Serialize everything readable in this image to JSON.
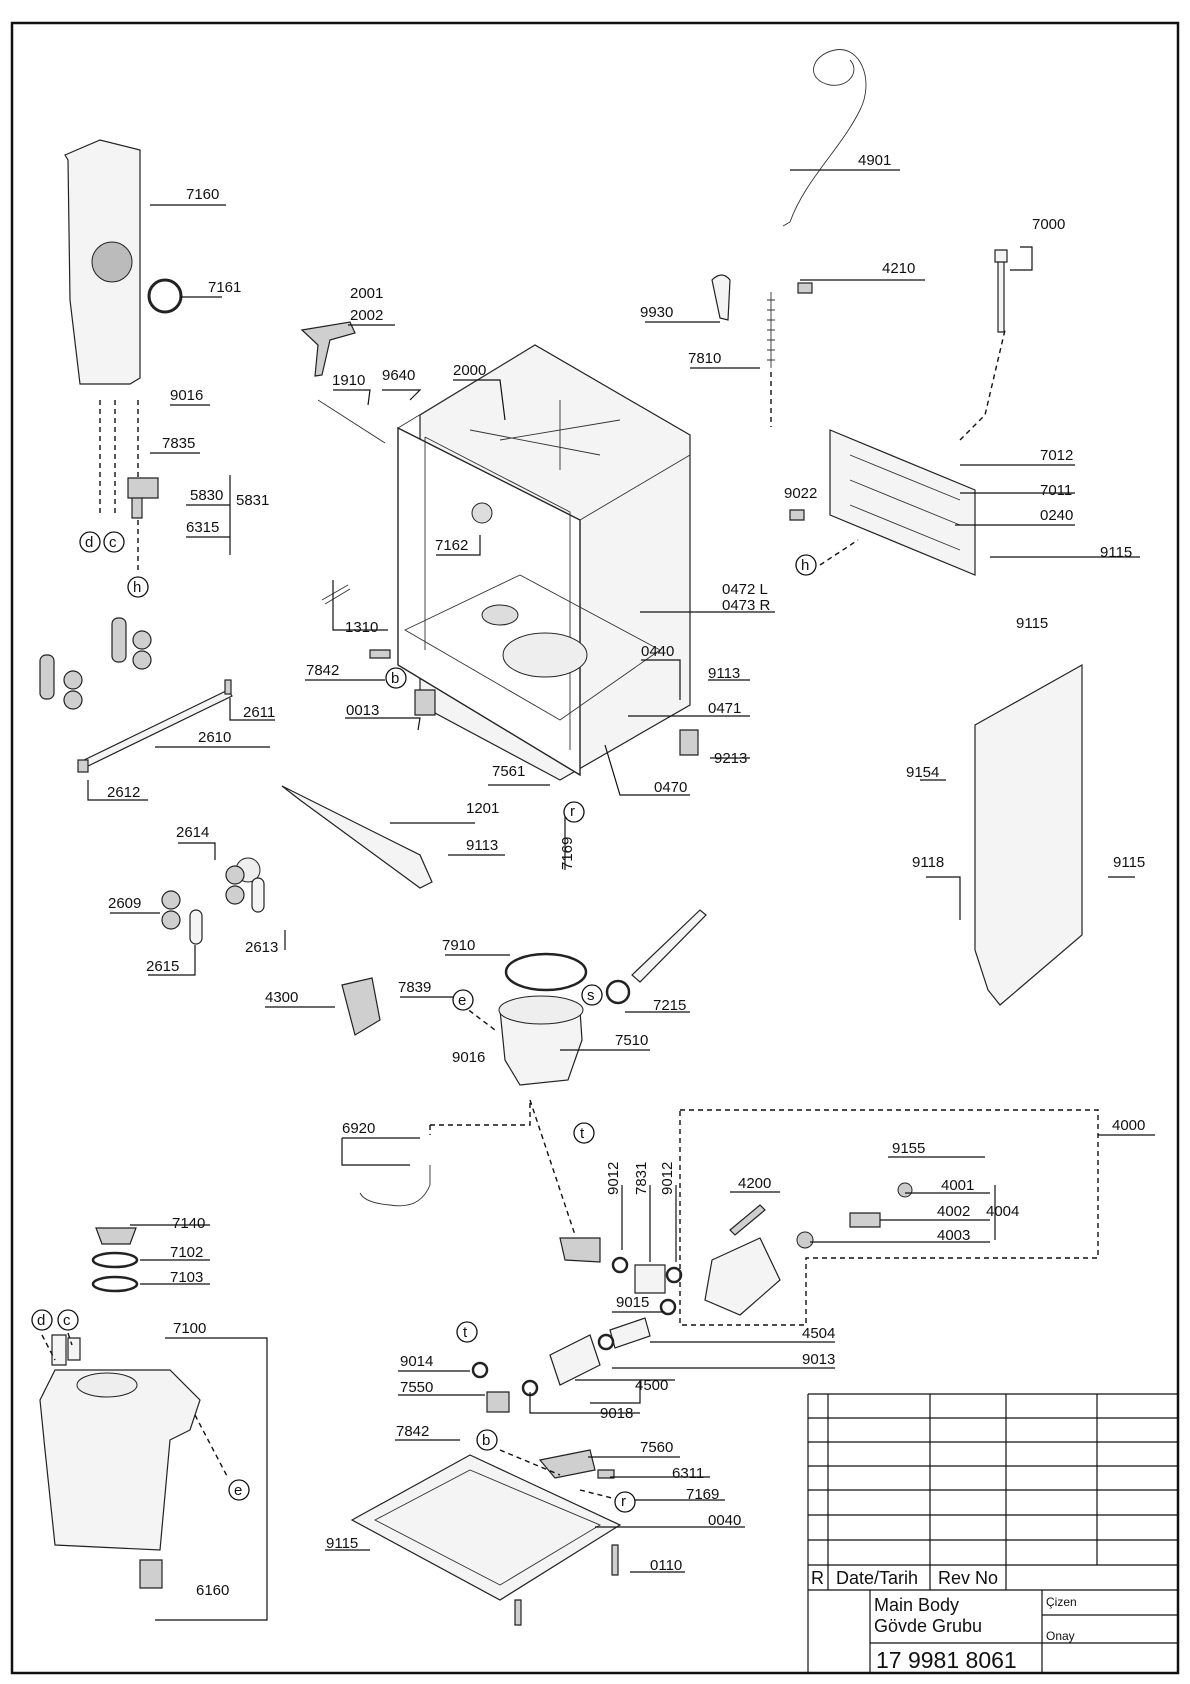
{
  "diagram": {
    "labels": {
      "l4901": "4901",
      "l7000": "7000",
      "l4210": "4210",
      "l9930": "9930",
      "l7810": "7810",
      "l7160": "7160",
      "l7161": "7161",
      "l2001": "2001",
      "l2002": "2002",
      "l1910": "1910",
      "l9640": "9640",
      "l2000": "2000",
      "l9016a": "9016",
      "l7835": "7835",
      "l5830": "5830",
      "l5831": "5831",
      "l6315": "6315",
      "l7162": "7162",
      "l7012": "7012",
      "l7011": "7011",
      "l9022": "9022",
      "l0240": "0240",
      "l9115a": "9115",
      "l0472": "0472 L",
      "l0473": "0473 R",
      "l1310": "1310",
      "l0440": "0440",
      "l9115b": "9115",
      "l7842a": "7842",
      "l9113a": "9113",
      "l0013": "0013",
      "l0471": "0471",
      "l2611": "2611",
      "l2610": "2610",
      "l9213": "9213",
      "l7561": "7561",
      "l0470": "0470",
      "l2612": "2612",
      "l9154": "9154",
      "l1201": "1201",
      "l7169a": "7169",
      "l2614": "2614",
      "l9113b": "9113",
      "l9118": "9118",
      "l9115c": "9115",
      "l2609": "2609",
      "l2613": "2613",
      "l2615": "2615",
      "l7910": "7910",
      "l7839": "7839",
      "l7215": "7215",
      "l4300": "4300",
      "l7510": "7510",
      "l9016b": "9016",
      "l4000": "4000",
      "l6920": "6920",
      "l9155": "9155",
      "l9012a": "9012",
      "l7831": "7831",
      "l9012b": "9012",
      "l4200": "4200",
      "l4001": "4001",
      "l4002": "4002",
      "l4004": "4004",
      "l4003": "4003",
      "l7140": "7140",
      "l7102": "7102",
      "l7103": "7103",
      "l7100": "7100",
      "l9015": "9015",
      "l4504": "4504",
      "l9013": "9013",
      "l9014": "9014",
      "l4500": "4500",
      "l7550": "7550",
      "l9018": "9018",
      "l7842b": "7842",
      "l7560": "7560",
      "l6311": "6311",
      "l7169b": "7169",
      "l0040": "0040",
      "l9115d": "9115",
      "l0110": "0110",
      "l6160": "6160"
    },
    "markers": {
      "d1": "d",
      "c1": "c",
      "h1": "h",
      "b1": "b",
      "h2": "h",
      "r1": "r",
      "s1": "s",
      "e1": "e",
      "t1": "t",
      "d2": "d",
      "c2": "c",
      "e2": "e",
      "t2": "t",
      "b2": "b",
      "r2": "r"
    }
  },
  "title_block": {
    "rev_col_r": "R",
    "rev_col_date": "Date/Tarih",
    "rev_col_revno": "Rev No",
    "name_en": "Main Body",
    "name_tr": "Gövde Grubu",
    "drawn_label": "Çizen",
    "approved_label": "Onay",
    "drawing_number": "17 9981 8061"
  }
}
